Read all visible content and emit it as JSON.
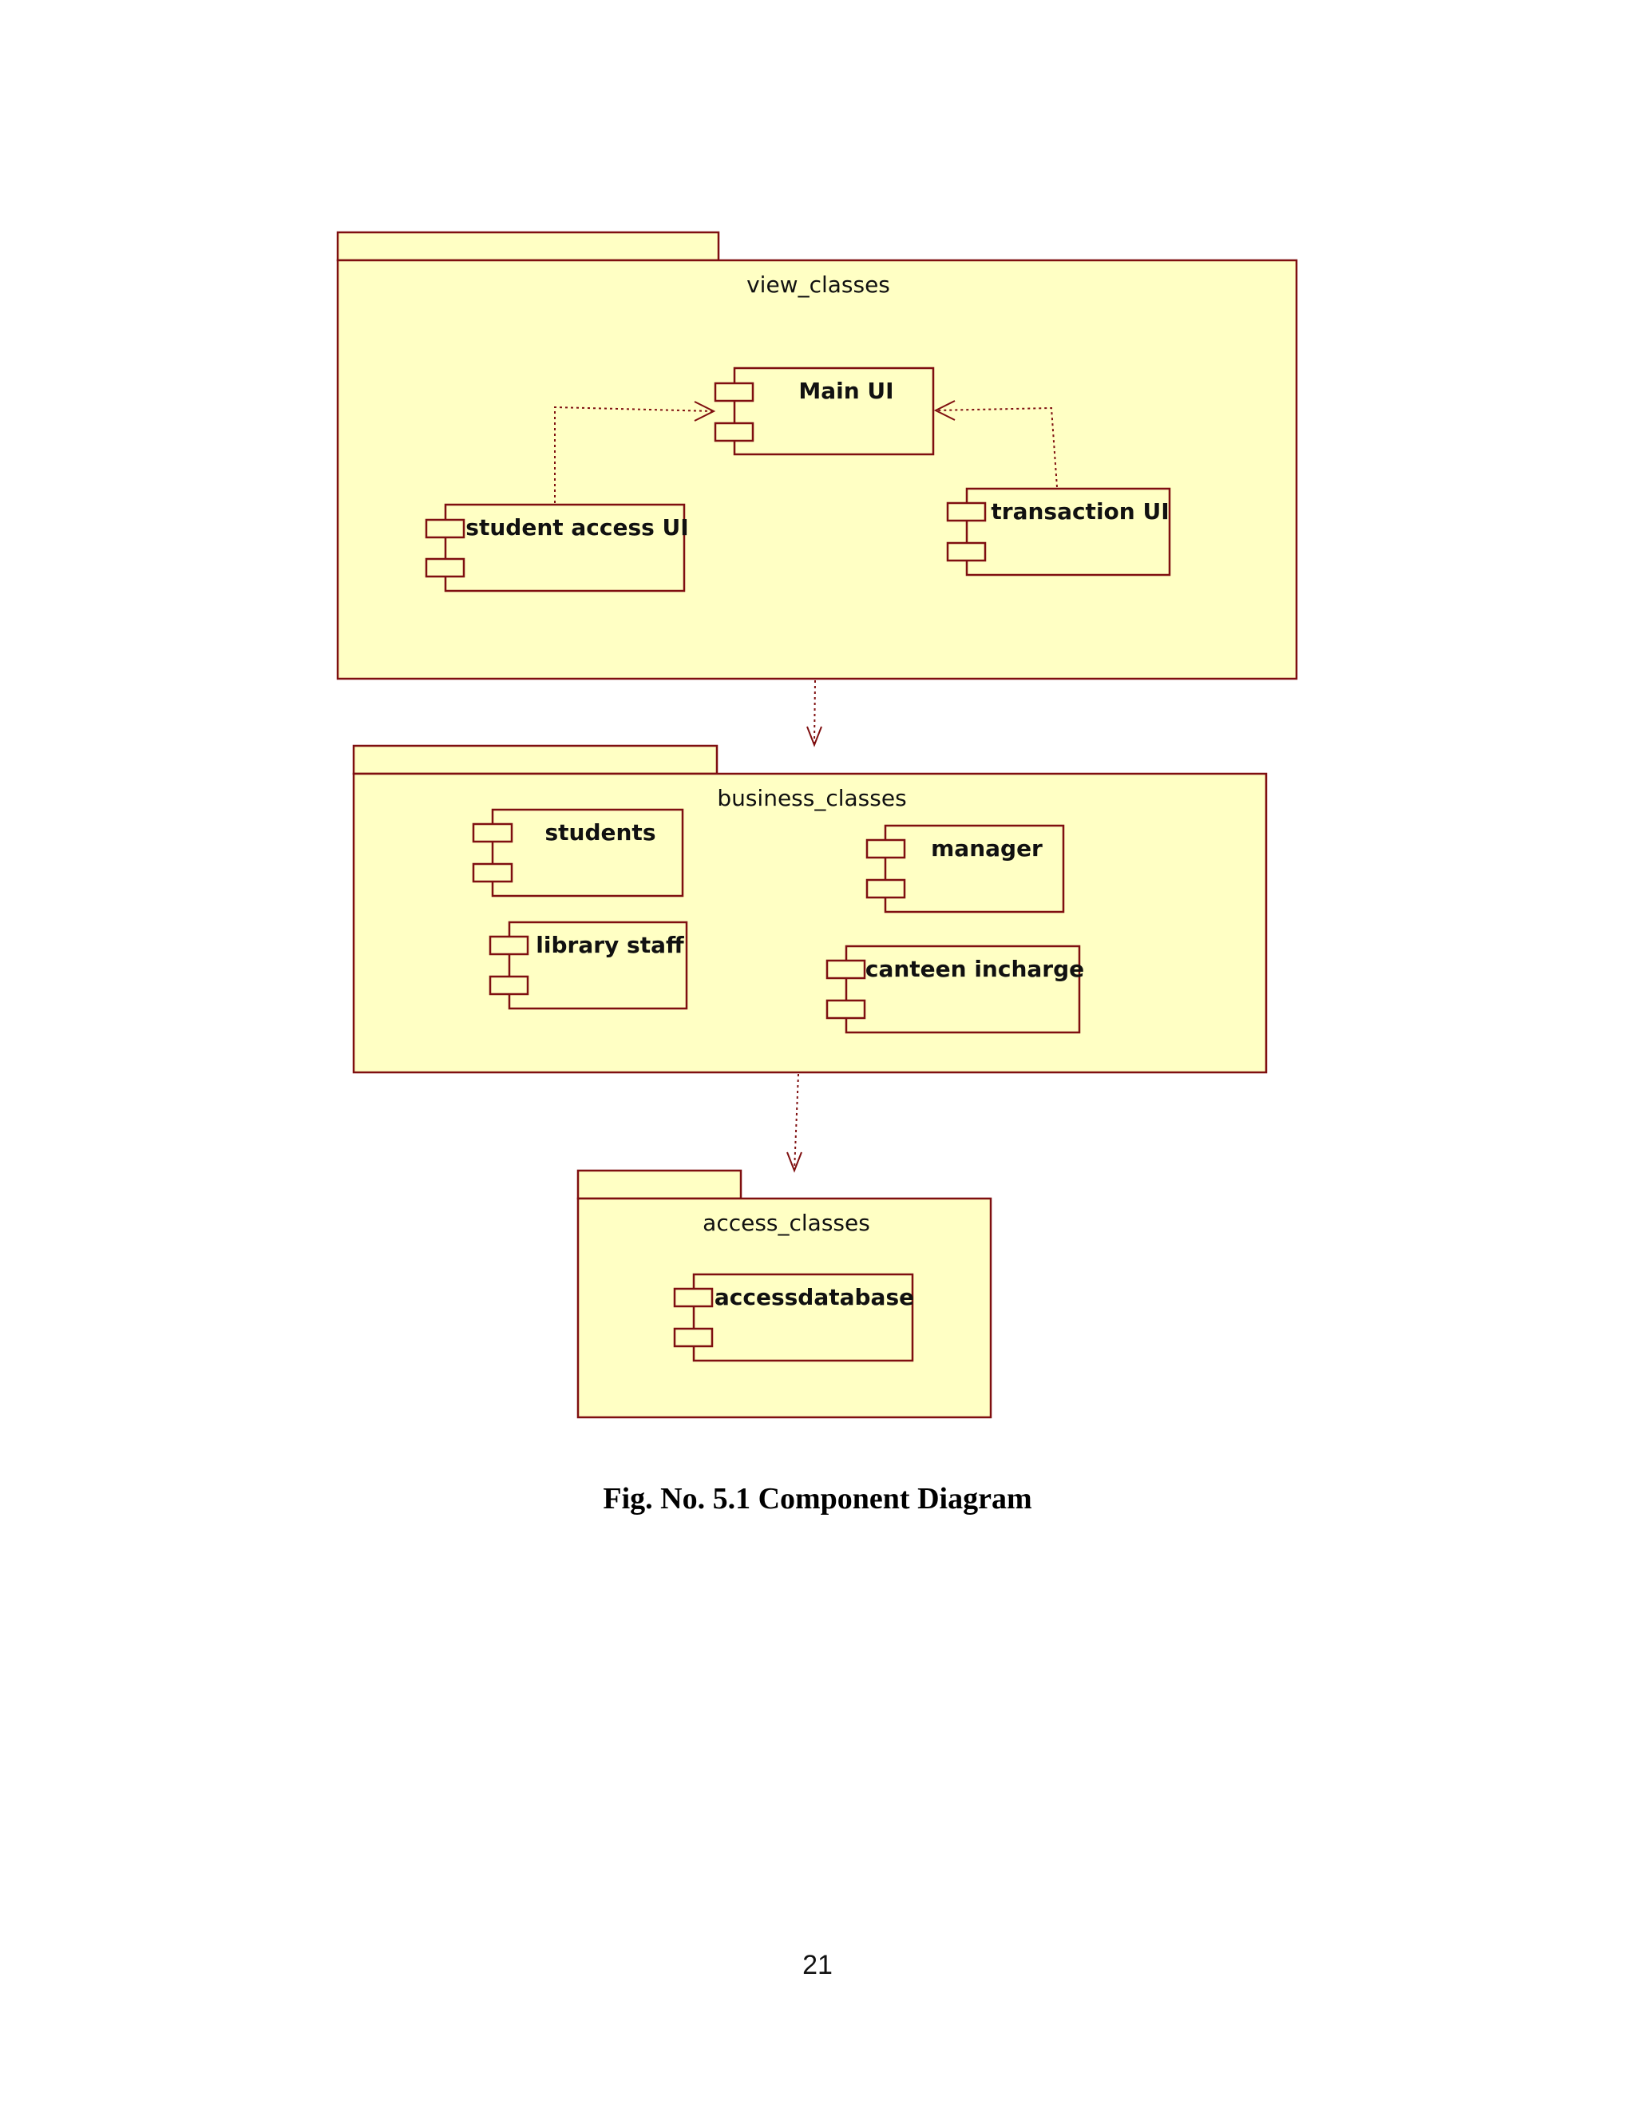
{
  "diagram": {
    "packages": {
      "view": "view_classes",
      "business": "business_classes",
      "access": "access_classes"
    },
    "components": {
      "main_ui": "Main UI",
      "student_access_ui": "student access UI",
      "transaction_ui": "transaction UI",
      "students": "students",
      "manager": "manager",
      "library_staff": "library staff",
      "canteen_incharge": "canteen incharge",
      "accessdatabase": "accessdatabase"
    },
    "dependencies": [
      {
        "from": "student access UI",
        "to": "Main UI"
      },
      {
        "from": "transaction UI",
        "to": "Main UI"
      },
      {
        "from": "view_classes",
        "to": "business_classes"
      },
      {
        "from": "business_classes",
        "to": "access_classes"
      }
    ],
    "colors": {
      "fill": "#ffffc4",
      "stroke": "#7f0f10"
    }
  },
  "caption": "Fig. No. 5.1 Component Diagram",
  "page_number": "21"
}
